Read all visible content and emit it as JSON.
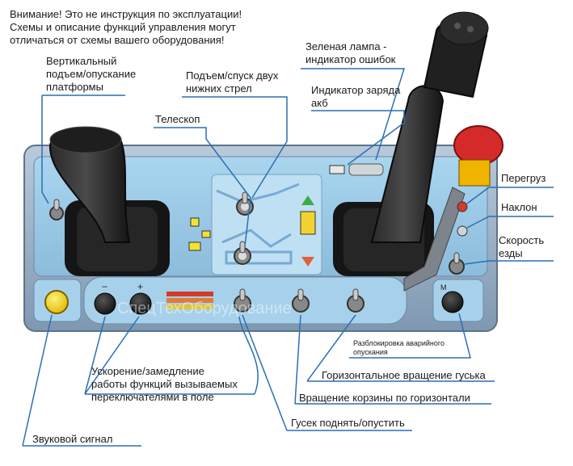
{
  "warning": {
    "line1": "Внимание! Это не инструкция по эксплуатации!",
    "line2": "Схемы и описание функций управления могут",
    "line3": "отличаться от схемы вашего оборудования!"
  },
  "watermark": "СпецТехОборудование",
  "labels": {
    "vertical": [
      "Вертикальный",
      "подъем/опускание",
      "платформы"
    ],
    "lower_booms": [
      "Подъем/спуск двух",
      "нижних стрел"
    ],
    "telescope": "Телескоп",
    "green_lamp": [
      "Зеленая лампа -",
      "индикатор ошибок"
    ],
    "battery": [
      "Индикатор заряда",
      "акб"
    ],
    "overload": "Перегруз",
    "tilt": "Наклон",
    "speed": [
      "Скорость",
      "езды"
    ],
    "emergency_unlock": [
      "Разблокировка аварийного",
      "опускания"
    ],
    "jib_rotation": "Горизонтальное вращение гуська",
    "basket_rotation": "Вращение корзины по горизонтали",
    "jib_lift": "Гусек поднять/опустить",
    "accel": [
      "Ускорение/замедление",
      "работы функций вызываемых",
      "переключателями в поле"
    ],
    "horn": "Звуковой сигнал"
  },
  "panel": {
    "minus_label": "−",
    "plus_label": "+",
    "mode_label": "M"
  },
  "colors": {
    "panel_frame": "#8fa9c2",
    "panel_face": "#9ccbe7",
    "callout_line": "#2a6fb5",
    "horn_button": "#f2d21a",
    "estop": "#d42a2a"
  }
}
